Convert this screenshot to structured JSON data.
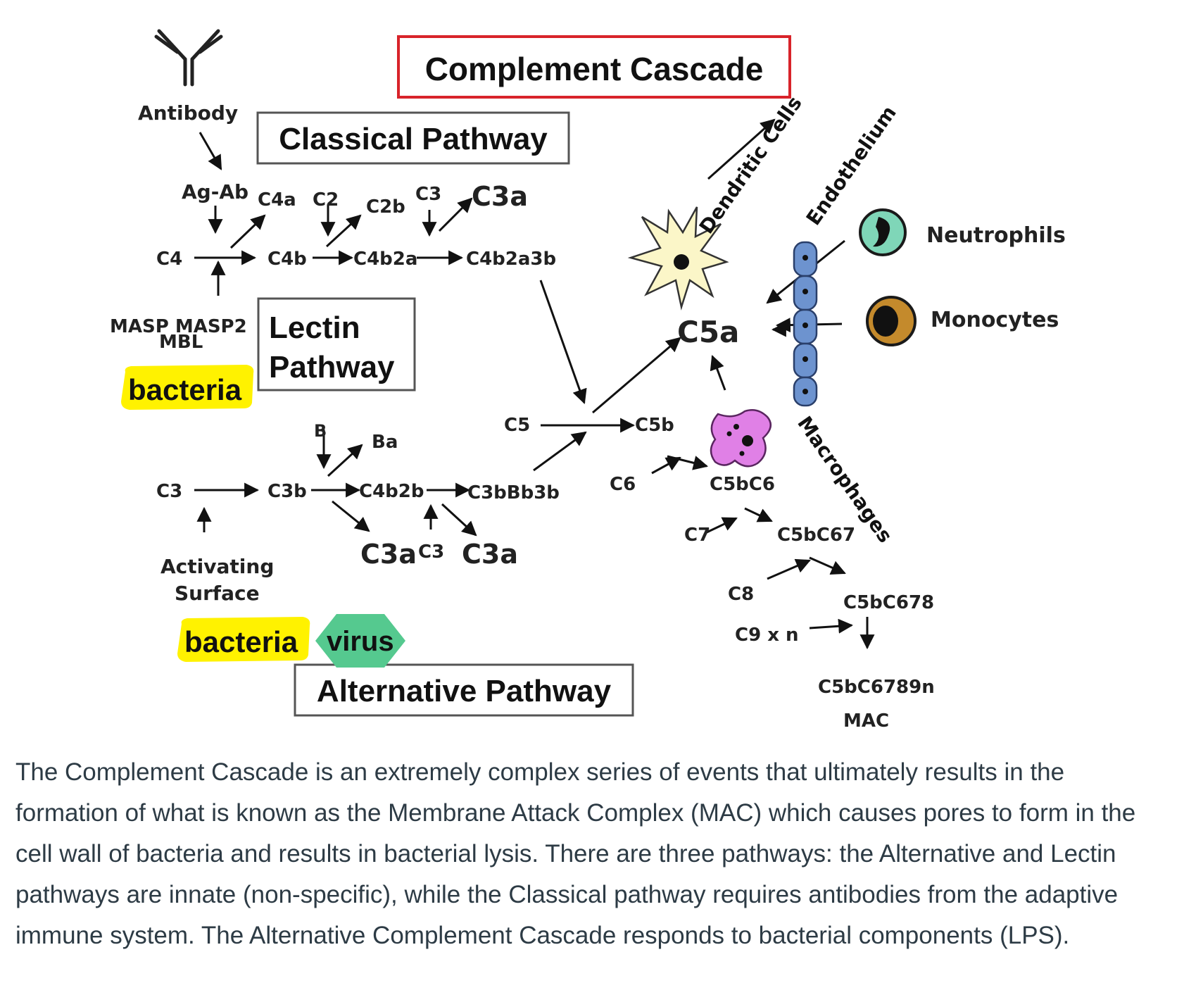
{
  "diagram": {
    "title": "Complement Cascade",
    "classical_pathway": "Classical Pathway",
    "lectin_pathway_line1": "Lectin",
    "lectin_pathway_line2": "Pathway",
    "alternative_pathway": "Alternative Pathway",
    "labels": {
      "antibody": "Antibody",
      "ag_ab": "Ag-Ab",
      "c4a": "C4a",
      "c2": "C2",
      "c2b": "C2b",
      "c3_top": "C3",
      "c3a_top": "C3a",
      "c4": "C4",
      "c4b": "C4b",
      "c4b2a": "C4b2a",
      "c4b2a3b": "C4b2a3b",
      "masp_masp2": "MASP MASP2",
      "mbl": "MBL",
      "bacteria_1": "bacteria",
      "c5": "C5",
      "c5b": "C5b",
      "b": "B",
      "ba": "Ba",
      "c3_alt": "C3",
      "c3b": "C3b",
      "c4b2b": "C4b2b",
      "c3bbb3b": "C3bBb3b",
      "c3a_alt1": "C3a",
      "c3_small": "C3",
      "c3a_alt2": "C3a",
      "activating": "Activating",
      "surface": "Surface",
      "bacteria_2": "bacteria",
      "virus": "virus",
      "c6": "C6",
      "c5bc6": "C5bC6",
      "c7": "C7",
      "c5bc67": "C5bC67",
      "c8": "C8",
      "c5bc678": "C5bC678",
      "c9xn": "C9 x n",
      "c5bc6789n": "C5bC6789n",
      "mac": "MAC",
      "c5a": "C5a",
      "dendritic_cells": "Dendritic Cells",
      "endothelium": "Endothelium",
      "neutrophils": "Neutrophils",
      "monocytes": "Monocytes",
      "macrophages": "Macrophages"
    },
    "colors": {
      "title_border": "#d8232a",
      "box_border": "#555555",
      "highlight": "#fff200",
      "virus_hex": "#55c98f",
      "endothelium": "#6d93cf",
      "macrophage": "#e080e6",
      "neutrophil": "#7fd6b8",
      "monocyte": "#c48a2c",
      "dendritic": "#fbf6c8"
    }
  },
  "caption": "The Complement Cascade is an extremely complex series of events that ultimately results in the formation of what is known as the Membrane Attack Complex (MAC) which causes pores to form in the cell wall of bacteria and results in bacterial lysis. There are three pathways: the Alternative and Lectin pathways are innate (non-specific), while the Classical pathway requires antibodies from the adaptive immune system. The Alternative Complement Cascade responds to bacterial components (LPS)."
}
